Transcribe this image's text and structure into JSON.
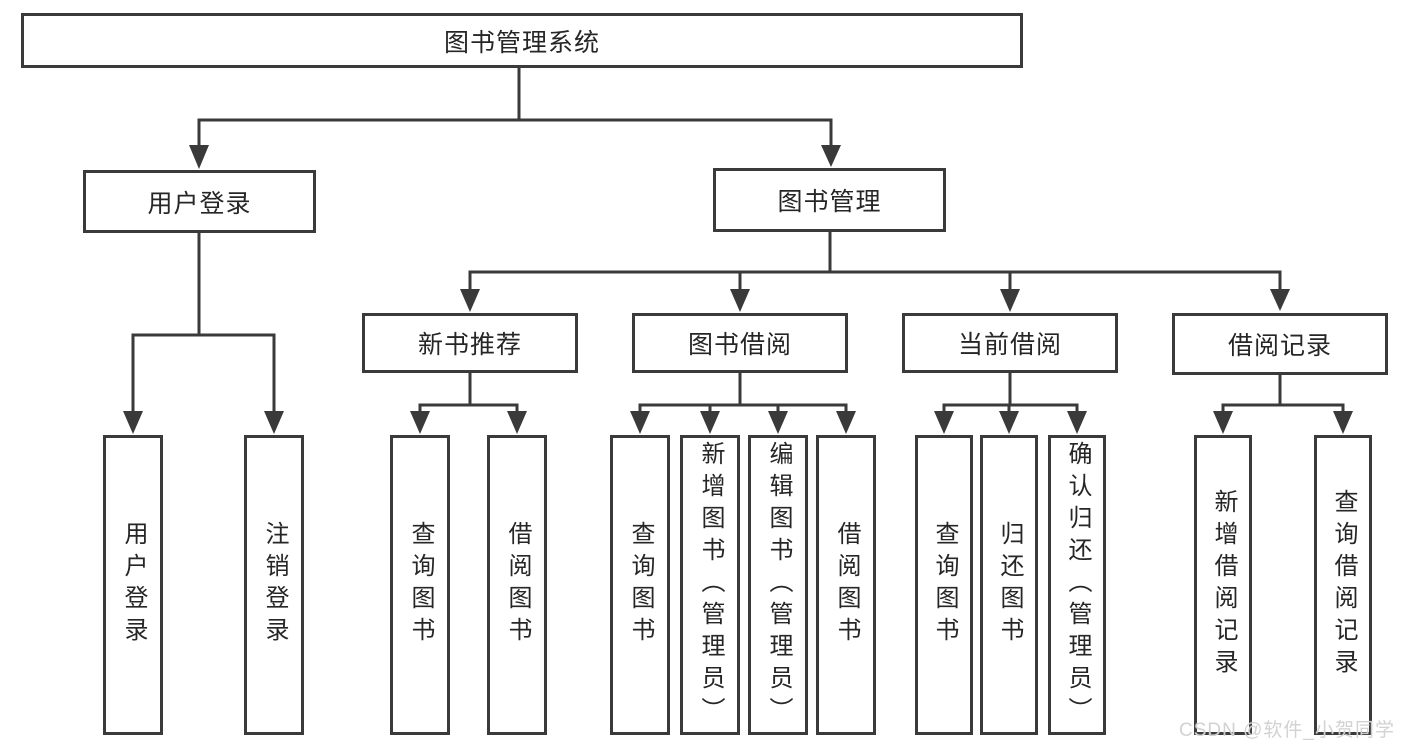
{
  "diagram": {
    "tree": {
      "root": {
        "label": "图书管理系统",
        "children": [
          {
            "label": "用户登录",
            "children": [
              {
                "label": "用户登录"
              },
              {
                "label": "注销登录"
              }
            ]
          },
          {
            "label": "图书管理",
            "children": [
              {
                "label": "新书推荐",
                "children": [
                  {
                    "label": "查询图书"
                  },
                  {
                    "label": "借阅图书"
                  }
                ]
              },
              {
                "label": "图书借阅",
                "children": [
                  {
                    "label": "查询图书"
                  },
                  {
                    "label": "新增图书（管理员）"
                  },
                  {
                    "label": "编辑图书（管理员）"
                  },
                  {
                    "label": "借阅图书"
                  }
                ]
              },
              {
                "label": "当前借阅",
                "children": [
                  {
                    "label": "查询图书"
                  },
                  {
                    "label": "归还图书"
                  },
                  {
                    "label": "确认归还（管理员）"
                  }
                ]
              },
              {
                "label": "借阅记录",
                "children": [
                  {
                    "label": "新增借阅记录"
                  },
                  {
                    "label": "查询借阅记录"
                  }
                ]
              }
            ]
          }
        ]
      }
    },
    "colors": {
      "line": "#3a3a3a",
      "text": "#262626",
      "background": "#ffffff",
      "watermark": "#d0d0d0"
    }
  },
  "watermark": {
    "text": "CSDN @软件_小贺同学"
  }
}
